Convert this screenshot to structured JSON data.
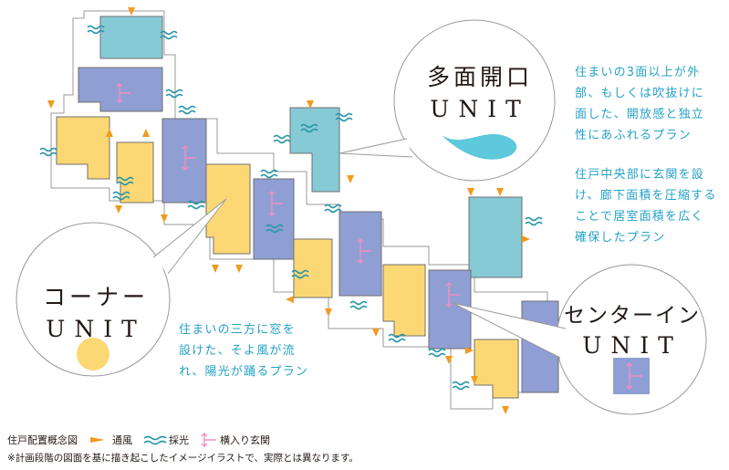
{
  "colors": {
    "corner_yellow": "#fcd874",
    "multi_cyan": "#86cad6",
    "center_purple": "#8f9fd3",
    "wind_orange": "#f09a1f",
    "light_teal": "#2b97a9",
    "entrance_pink": "#f18ec3",
    "accent_text": "#24a2c7",
    "wave": "#5ec8dc"
  },
  "callouts": {
    "multi": {
      "title_ja": "多面開口",
      "title_en": "UNIT",
      "desc": [
        "住まいの3面以上が外",
        "部、もしくは吹抜けに",
        "面した、開放感と独立",
        "性にあふれるプラン"
      ],
      "icon": "wave-icon"
    },
    "center": {
      "title_ja": "センターイン",
      "title_en": "UNIT",
      "desc": [
        "住戸中央部に玄関を設",
        "け、廊下面積を圧縮する",
        "ことで居室面積を広く",
        "確保したプラン"
      ],
      "icon": "center-entrance-icon"
    },
    "corner": {
      "title_ja": "コーナー",
      "title_en": "UNIT",
      "desc": [
        "住まいの三方に窓を",
        "設けた、そよ風が流",
        "れ、陽光が踊るプラン"
      ],
      "icon": "circle-icon"
    }
  },
  "legend": {
    "title": "住戸配置概念図",
    "wind": "通風",
    "light": "採光",
    "entrance": "横入り玄関"
  },
  "note": "※計画段階の図面を基に描き起こしたイメージイラストで、実際とは異なります。"
}
